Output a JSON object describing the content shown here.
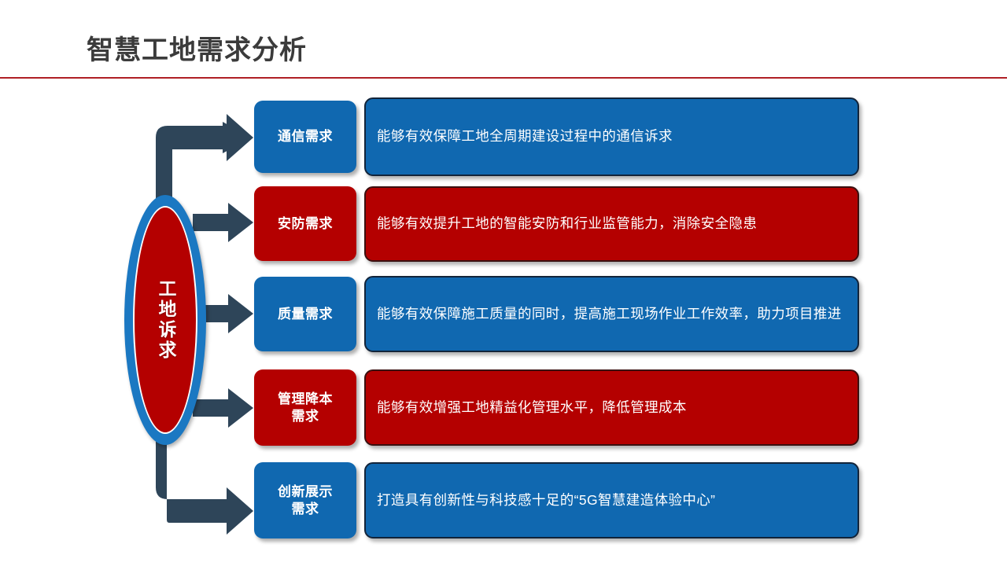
{
  "slide": {
    "title": "智慧工地需求分析",
    "divider_color": "#b02025",
    "background": "#ffffff"
  },
  "hub": {
    "label": "工地诉求",
    "fill_color": "#b40000",
    "ring_color": "#1b78c2",
    "text_color": "#ffffff"
  },
  "arrow_color": "#2e4559",
  "rows": [
    {
      "tag": "通信需求",
      "desc": "能够有效保障工地全周期建设过程中的通信诉求",
      "color": "blue",
      "fill": "#1068b0",
      "arrow": "elbow-up"
    },
    {
      "tag": "安防需求",
      "desc": "能够有效提升工地的智能安防和行业监管能力，消除安全隐患",
      "color": "red",
      "fill": "#b40000",
      "arrow": "straight"
    },
    {
      "tag": "质量需求",
      "desc": "能够有效保障施工质量的同时，提高施工现场作业工作效率，助力项目推进",
      "color": "blue",
      "fill": "#1068b0",
      "arrow": "straight"
    },
    {
      "tag": "管理降本\n需求",
      "desc": "能够有效增强工地精益化管理水平，降低管理成本",
      "color": "red",
      "fill": "#b40000",
      "arrow": "straight"
    },
    {
      "tag": "创新展示\n需求",
      "desc": "打造具有创新性与科技感十足的“5G智慧建造体验中心”",
      "color": "blue",
      "fill": "#1068b0",
      "arrow": "elbow-down"
    }
  ]
}
